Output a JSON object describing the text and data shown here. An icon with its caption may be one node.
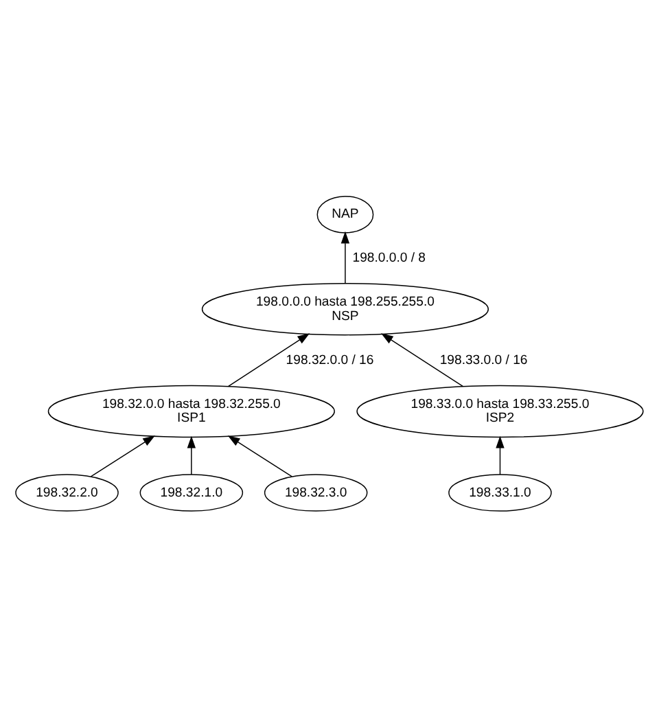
{
  "diagram": {
    "nodes": [
      {
        "text": [
          "NAP"
        ]
      },
      {
        "text": [
          "198.0.0.0 hasta 198.255.255.0",
          "NSP"
        ]
      },
      {
        "text": [
          "198.32.0.0 hasta 198.32.255.0",
          "ISP1"
        ]
      },
      {
        "text": [
          "198.33.0.0 hasta 198.33.255.0",
          "ISP2"
        ]
      },
      {
        "text": [
          "198.32.2.0"
        ]
      },
      {
        "text": [
          "198.32.1.0"
        ]
      },
      {
        "text": [
          "198.32.3.0"
        ]
      },
      {
        "text": [
          "198.33.1.0"
        ]
      }
    ],
    "edges": [
      {
        "from": 1,
        "to": 0,
        "arrow": "to",
        "label": "198.0.0.0 / 8"
      },
      {
        "from": 2,
        "to": 1,
        "arrow": "to",
        "label": "198.32.0.0 / 16"
      },
      {
        "from": 3,
        "to": 1,
        "arrow": "to",
        "label": "198.33.0.0 / 16"
      },
      {
        "from": 4,
        "to": 2,
        "arrow": "to"
      },
      {
        "from": 5,
        "to": 2,
        "arrow": "to"
      },
      {
        "from": 6,
        "to": 2,
        "arrow": "to"
      },
      {
        "from": 7,
        "to": 3,
        "arrow": "to"
      }
    ]
  }
}
